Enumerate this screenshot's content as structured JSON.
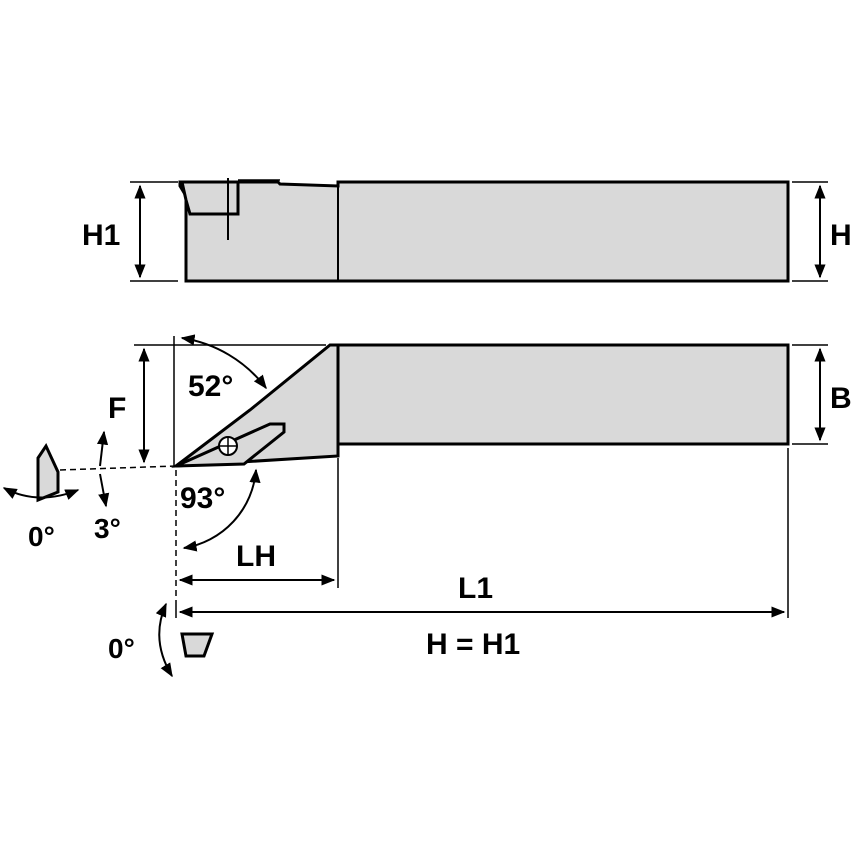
{
  "labels": {
    "h1_side": "H1",
    "h_side": "H",
    "f": "F",
    "b": "B",
    "angle_52": "52°",
    "angle_93": "93°",
    "angle_3": "3°",
    "angle_0_left": "0°",
    "angle_0_bottom": "0°",
    "lh": "LH",
    "l1": "L1",
    "h_eq_h1": "H = H1"
  },
  "colors": {
    "body_fill": "#d9d9d9",
    "line": "#000000"
  }
}
